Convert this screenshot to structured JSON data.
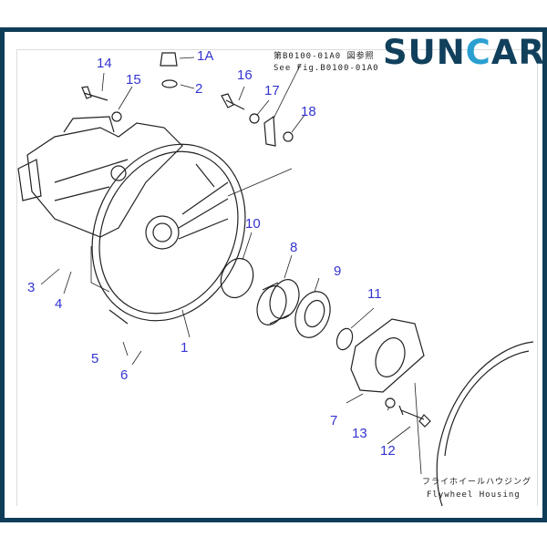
{
  "brand": {
    "logo_text": "SUNCAR",
    "accent": "#2a9fd0",
    "primary": "#11405c"
  },
  "references": {
    "see_fig_jp": "第B0100-01A0 図参照",
    "see_fig_en": "See Fig.B0100-01A0"
  },
  "housing": {
    "label_jp": "フライホイールハウジング",
    "label_en": "Flywheel Housing"
  },
  "callouts": [
    "1A",
    "2",
    "14",
    "15",
    "16",
    "17",
    "18",
    "10",
    "8",
    "9",
    "11",
    "3",
    "4",
    "1",
    "5",
    "6",
    "7",
    "13",
    "12"
  ],
  "callout_color": "#3434d2"
}
